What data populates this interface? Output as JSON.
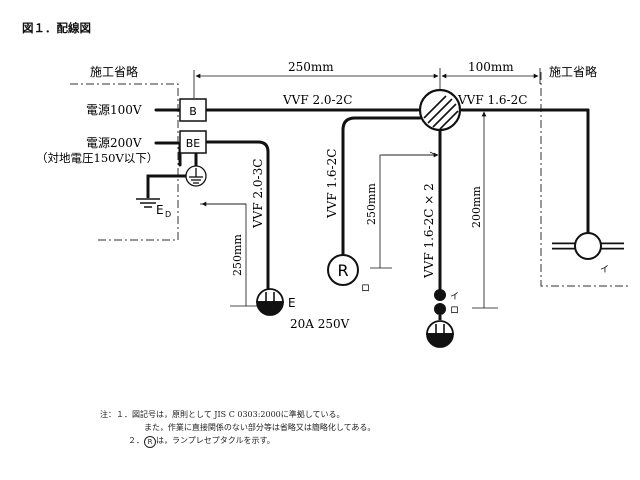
{
  "figure_title": "図１．配線図",
  "omitted_left": "施工省略",
  "omitted_right": "施工省略",
  "dim_250_top": "250mm",
  "dim_100_top": "100mm",
  "dim_250_left": "250mm",
  "dim_250_mid": "250mm",
  "dim_200_right": "200mm",
  "source_100v": "電源100V",
  "source_200v": "電源200V",
  "source_200v_note": "（対地電圧150V以下）",
  "box_b": "B",
  "box_be": "BE",
  "cable_main": "VVF 2.0-2C",
  "cable_right": "VVF 1.6-2C",
  "cable_r_down": "VVF 1.6-2C",
  "cable_outlet": "VVF 2.0-3C",
  "cable_switch": "VVF 1.6-2C × 2",
  "earth_label": "E",
  "earth_sub": "D",
  "outlet_e": "E",
  "outlet_rating": "20A 250V",
  "receptacle_r": "R",
  "label_ro_r": "ロ",
  "label_i_switch": "イ",
  "label_ro_switch": "ロ",
  "label_i_lamp": "イ",
  "notes": {
    "line1": "注：１．図記号は，原則として JIS C 0303:2000に準拠している。",
    "line2": "また，作業に直接関係のない部分等は省略又は簡略化してある。",
    "line3_pre": "２．",
    "line3_symbol": "R",
    "line3_post": "は，ランプレセプタクルを示す。"
  }
}
